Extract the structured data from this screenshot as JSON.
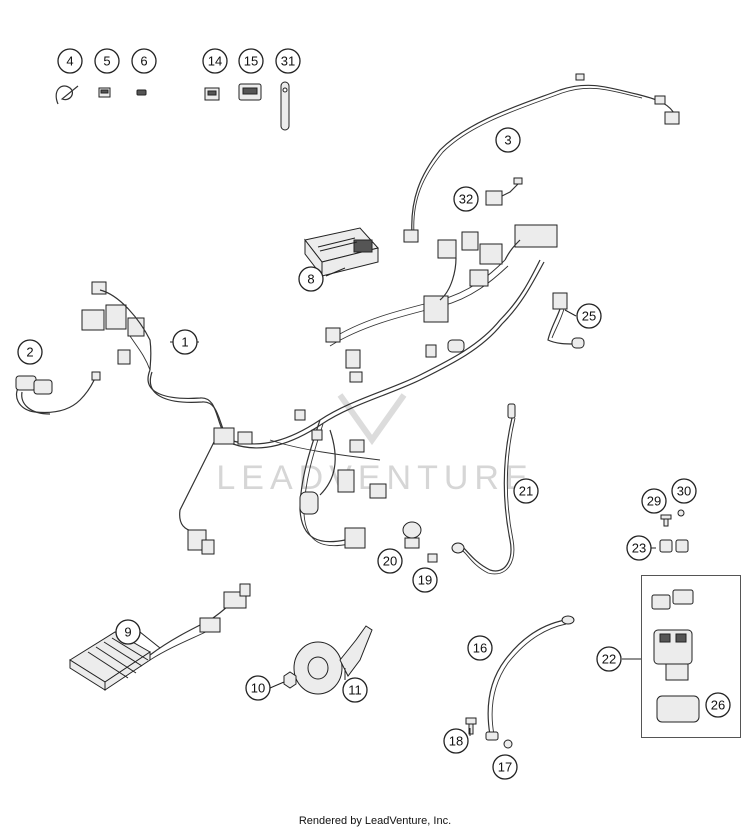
{
  "watermark": "LEADVENTURE",
  "footer": "Rendered by LeadVenture, Inc.",
  "callouts": [
    "4",
    "5",
    "6",
    "14",
    "15",
    "31",
    "3",
    "32",
    "8",
    "1",
    "2",
    "25",
    "21",
    "29",
    "30",
    "23",
    "22",
    "26",
    "20",
    "19",
    "9",
    "10",
    "11",
    "16",
    "18",
    "17"
  ]
}
